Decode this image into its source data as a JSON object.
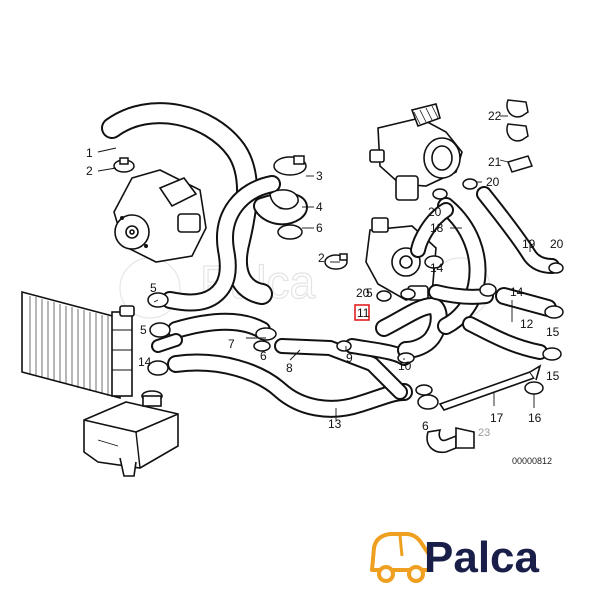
{
  "diagram": {
    "drawing_code": "00000812",
    "watermark_text": "Palca",
    "highlighted_label": "11"
  },
  "labels": [
    {
      "id": "l1",
      "text": "1"
    },
    {
      "id": "l2a",
      "text": "2"
    },
    {
      "id": "l2b",
      "text": "2"
    },
    {
      "id": "l3",
      "text": "3"
    },
    {
      "id": "l4",
      "text": "4"
    },
    {
      "id": "l5a",
      "text": "5"
    },
    {
      "id": "l5b",
      "text": "5"
    },
    {
      "id": "l5c",
      "text": "5"
    },
    {
      "id": "l6a",
      "text": "6"
    },
    {
      "id": "l6b",
      "text": "6"
    },
    {
      "id": "l6c",
      "text": "6"
    },
    {
      "id": "l7",
      "text": "7"
    },
    {
      "id": "l8",
      "text": "8"
    },
    {
      "id": "l9",
      "text": "9"
    },
    {
      "id": "l10",
      "text": "10"
    },
    {
      "id": "l11",
      "text": "11"
    },
    {
      "id": "l12",
      "text": "12"
    },
    {
      "id": "l13",
      "text": "13"
    },
    {
      "id": "l14",
      "text": "14"
    },
    {
      "id": "l15a",
      "text": "15"
    },
    {
      "id": "l15b",
      "text": "15"
    },
    {
      "id": "l16",
      "text": "16"
    },
    {
      "id": "l17",
      "text": "17"
    },
    {
      "id": "l18",
      "text": "18"
    },
    {
      "id": "l19",
      "text": "19"
    },
    {
      "id": "l20a",
      "text": "20"
    },
    {
      "id": "l20b",
      "text": "20"
    },
    {
      "id": "l20c",
      "text": "20"
    },
    {
      "id": "l20d",
      "text": "20"
    },
    {
      "id": "l21",
      "text": "21"
    },
    {
      "id": "l22",
      "text": "22"
    },
    {
      "id": "l23",
      "text": "23"
    }
  ],
  "logo": {
    "text": "Palca",
    "accent_color": "#f0a020",
    "text_color": "#1a1f4a"
  }
}
